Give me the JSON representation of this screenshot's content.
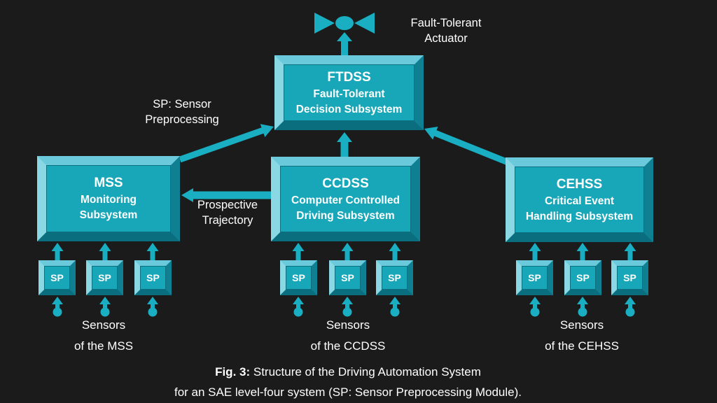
{
  "diagram": {
    "boxes": {
      "ftdss": {
        "acronym": "FTDSS",
        "name_line1": "Fault-Tolerant",
        "name_line2": "Decision Subsystem"
      },
      "mss": {
        "acronym": "MSS",
        "name_line1": "Monitoring",
        "name_line2": "Subsystem"
      },
      "ccdss": {
        "acronym": "CCDSS",
        "name_line1": "Computer Controlled",
        "name_line2": "Driving Subsystem"
      },
      "cehss": {
        "acronym": "CEHSS",
        "name_line1": "Critical Event",
        "name_line2": "Handling Subsystem"
      }
    },
    "sp_label": "SP",
    "actuator_label": {
      "line1": "Fault-Tolerant",
      "line2": "Actuator"
    },
    "sp_legend": {
      "line1": "SP: Sensor",
      "line2": "Preprocessing"
    },
    "trajectory_label": {
      "line1": "Prospective",
      "line2": "Trajectory"
    },
    "sensor_groups": [
      {
        "line1": "Sensors",
        "line2": "of the MSS"
      },
      {
        "line1": "Sensors",
        "line2": "of the CCDSS"
      },
      {
        "line1": "Sensors",
        "line2": "of the CEHSS"
      }
    ],
    "caption": {
      "fig_label": "Fig. 3:",
      "line1_rest": " Structure of the Driving Automation System",
      "line2": "for an SAE level-four system (SP: Sensor Preprocessing Module)."
    },
    "colors": {
      "background": "#1b1b1b",
      "box_fill": "#18a7b8",
      "bevel_light": "#6ac9da",
      "bevel_lighter": "#8ad8e4",
      "bevel_dark": "#0f8092",
      "bevel_darker": "#0b6e7e",
      "arrow": "#19aec2",
      "text": "#ffffff"
    }
  }
}
